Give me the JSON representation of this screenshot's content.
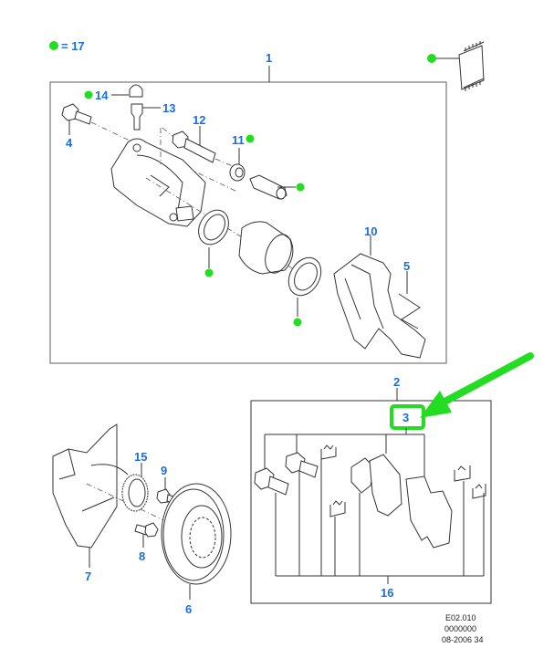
{
  "legend": {
    "text": "= 17",
    "dot_color": "#22dd22"
  },
  "colors": {
    "label": "#1a6fe0",
    "marker": "#22dd22",
    "highlight": "#22dd22"
  },
  "callouts": {
    "c1": "1",
    "c2": "2",
    "c3": "3",
    "c4": "4",
    "c5": "5",
    "c6": "6",
    "c7": "7",
    "c8": "8",
    "c9": "9",
    "c10": "10",
    "c11": "11",
    "c12": "12",
    "c13": "13",
    "c14": "14",
    "c15": "15",
    "c16": "16"
  },
  "footer": {
    "line1": "E02.010",
    "line2": "0000000",
    "line3": "08-2006 34"
  }
}
